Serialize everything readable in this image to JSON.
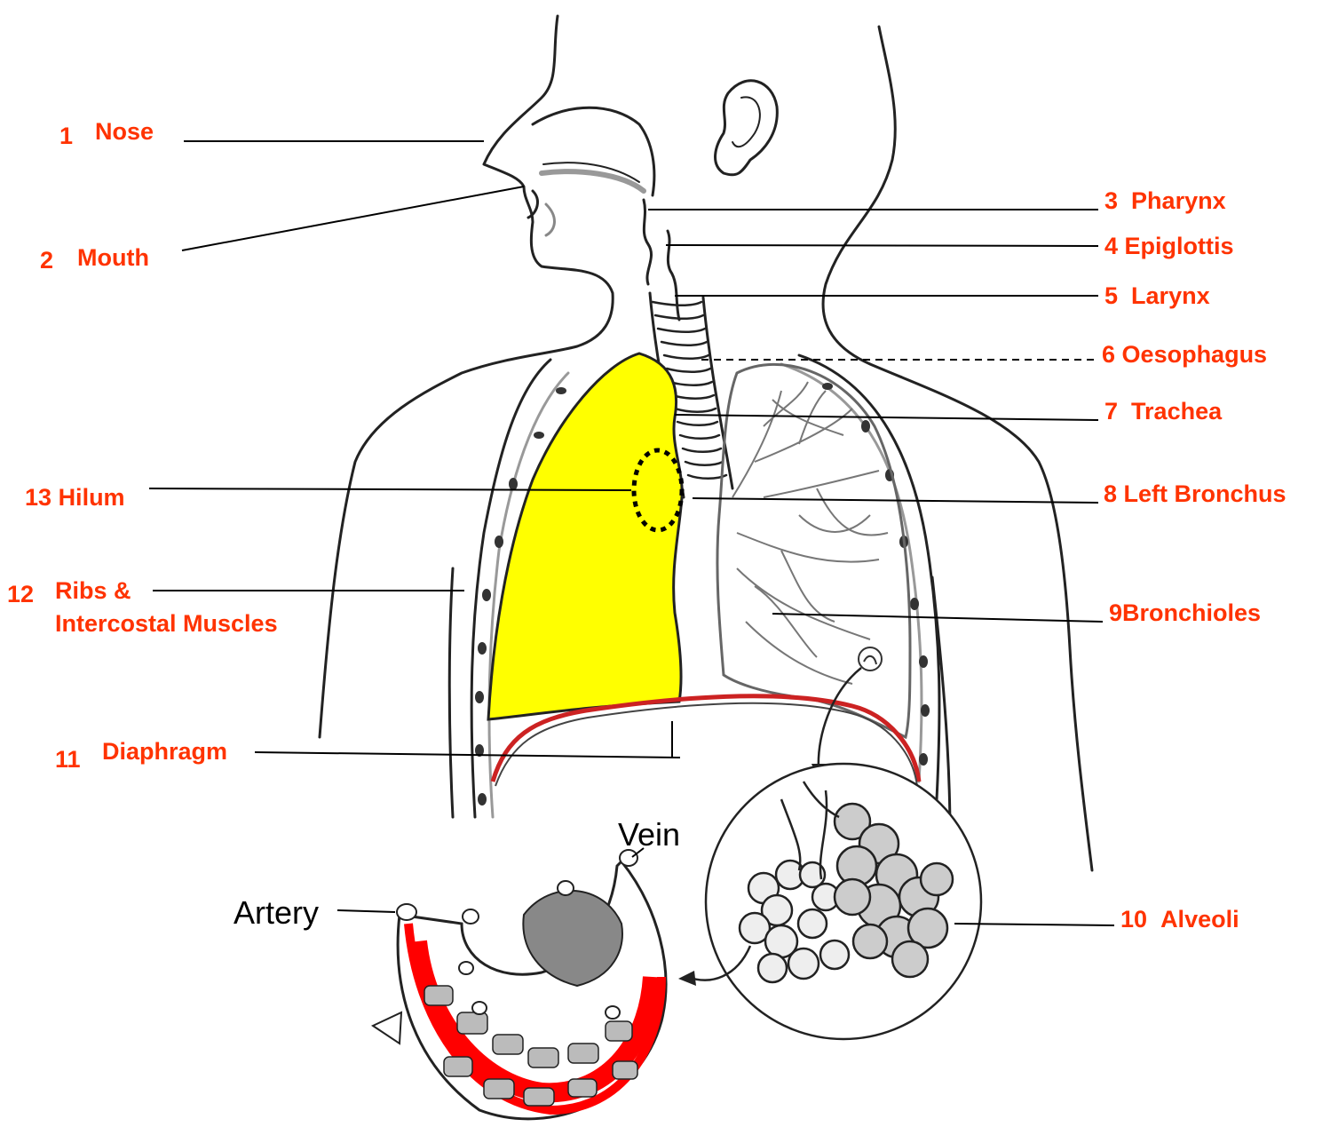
{
  "colors": {
    "label": "#ff3300",
    "lung_fill": "#ffff00",
    "capillary": "#ff0000",
    "diaphragm": "#cc2222",
    "outline": "#222222"
  },
  "labels": {
    "nose": {
      "num": "1",
      "text": "Nose"
    },
    "mouth": {
      "num": "2",
      "text": "Mouth"
    },
    "pharynx": {
      "num": "3",
      "text": "Pharynx"
    },
    "epiglottis": {
      "num": "4",
      "text": "Epiglottis"
    },
    "larynx": {
      "num": "5",
      "text": "Larynx"
    },
    "oesophagus": {
      "num": "6",
      "text": "Oesophagus"
    },
    "trachea": {
      "num": "7",
      "text": "Trachea"
    },
    "left_bronchus": {
      "num": "8",
      "text": "Left Bronchus"
    },
    "bronchioles": {
      "num": "9",
      "text": "Bronchioles"
    },
    "alveoli": {
      "num": "10",
      "text": "Alveoli"
    },
    "diaphragm": {
      "num": "11",
      "text": "Diaphragm"
    },
    "ribs": {
      "num": "12",
      "text": "Ribs &",
      "text2": "Intercostal Muscles"
    },
    "hilum": {
      "num": "13",
      "text": "Hilum"
    }
  },
  "inset": {
    "vein": "Vein",
    "artery": "Artery"
  }
}
